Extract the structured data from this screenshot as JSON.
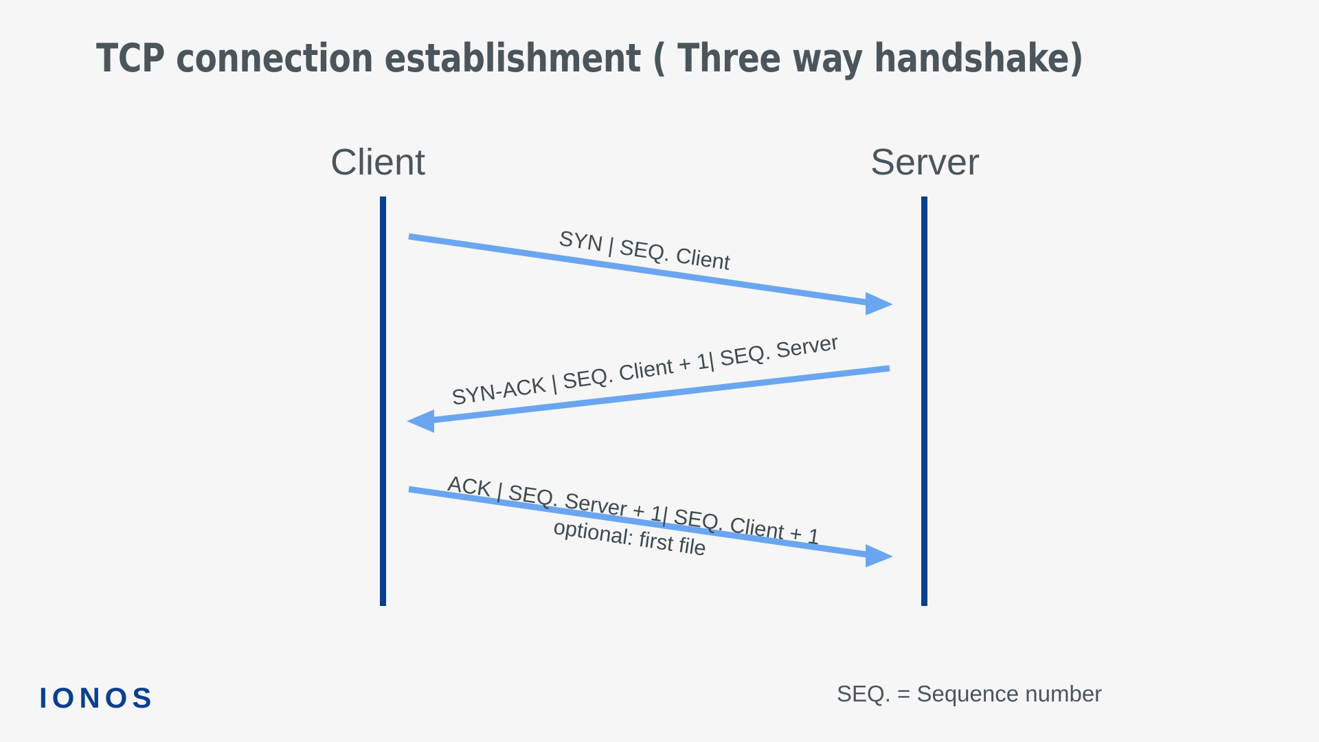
{
  "title": "TCP connection establishment ( Three way handshake)",
  "actors": {
    "client": "Client",
    "server": "Server"
  },
  "messages": [
    {
      "id": "syn",
      "label": "SYN | SEQ. Client",
      "direction": "client-to-server"
    },
    {
      "id": "syn-ack",
      "label": "SYN-ACK | SEQ. Client + 1| SEQ. Server",
      "direction": "server-to-client"
    },
    {
      "id": "ack",
      "label": "ACK | SEQ. Server + 1| SEQ. Client + 1",
      "label_line2": "optional: first file",
      "direction": "client-to-server"
    }
  ],
  "legend": "SEQ. = Sequence number",
  "logo": "IONOS",
  "colors": {
    "background": "#F6F6F6",
    "title_text": "#4A555C",
    "lifeline": "#04408C",
    "arrow": "#6AA6F0",
    "label_text": "#3F4A52",
    "logo": "#0B3F8F"
  },
  "chart_data": {
    "type": "sequence-diagram",
    "title": "TCP connection establishment ( Three way handshake)",
    "participants": [
      "Client",
      "Server"
    ],
    "steps": [
      {
        "step": 1,
        "from": "Client",
        "to": "Server",
        "message": "SYN | SEQ. Client"
      },
      {
        "step": 2,
        "from": "Server",
        "to": "Client",
        "message": "SYN-ACK | SEQ. Client + 1| SEQ. Server"
      },
      {
        "step": 3,
        "from": "Client",
        "to": "Server",
        "message": "ACK | SEQ. Server + 1| SEQ. Client + 1",
        "note": "optional: first file"
      }
    ]
  }
}
